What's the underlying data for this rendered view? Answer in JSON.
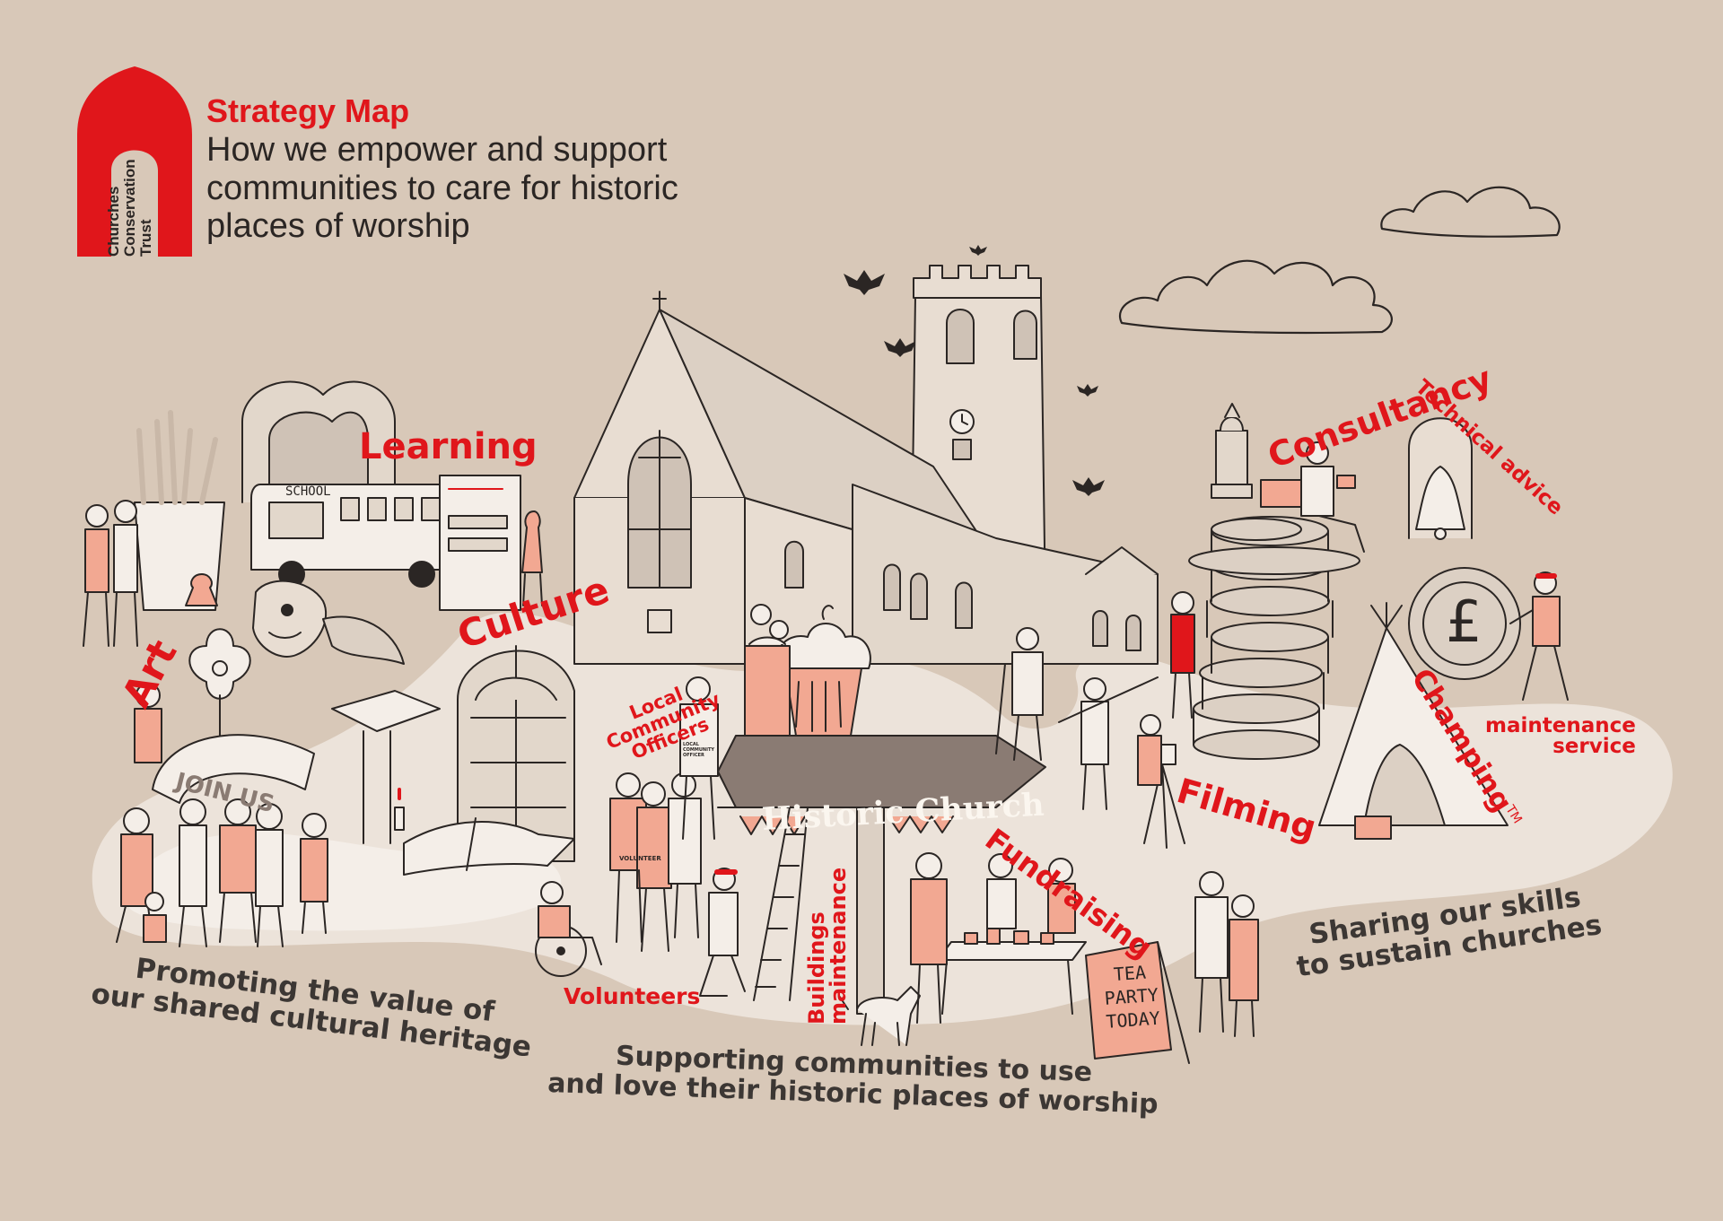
{
  "header": {
    "title": "Strategy Map",
    "subtitle": "How we empower and support communities to care for historic places of worship",
    "logo_text": [
      "Churches",
      "Conservation",
      "Trust"
    ]
  },
  "labels": {
    "learning": "Learning",
    "art": "Art",
    "culture": "Culture",
    "local_community_officers": [
      "Local",
      "Community",
      "Officers"
    ],
    "consultancy": "Consultancy",
    "technical_advice": "Technical advice",
    "champing": "Champing",
    "champing_tm": "TM",
    "maintenance_service": [
      "maintenance",
      "service"
    ],
    "filming": "Filming",
    "fundraising": "Fundraising",
    "buildings_maintenance": [
      "Buildings",
      "maintenance"
    ],
    "volunteers": "Volunteers"
  },
  "signs": {
    "historic_church": "Historic Church",
    "join_us": "JOIN US",
    "school": "SCHOOL",
    "tea_party": [
      "TEA",
      "PARTY",
      "TODAY"
    ],
    "volunteers_shirt": "VOLUNTEER",
    "officer_shirt": "LOCAL COMMUNITY OFFICER"
  },
  "captions": {
    "heritage": [
      "Promoting the value of",
      "our shared cultural heritage"
    ],
    "communities": [
      "Supporting communities to use",
      "and love their historic places of worship"
    ],
    "skills": [
      "Sharing our skills",
      "to sustain churches"
    ]
  },
  "colors": {
    "background": "#d8c8b8",
    "accent_red": "#e0161b",
    "peach": "#f2a892",
    "ground": "#ece3da",
    "ink": "#2b2624",
    "sign_brown": "#8a7b73"
  },
  "icons": [
    "church-building-icon",
    "cloud-icon",
    "bat-icon",
    "school-bus-icon",
    "cupcake-icon",
    "signpost-icon",
    "coin-stack-icon",
    "pound-coin-icon",
    "bell-icon",
    "lantern-icon",
    "teepee-icon",
    "camera-tripod-icon",
    "book-icon",
    "gargoyle-icon",
    "ladder-icon",
    "dog-icon",
    "people-group-icon"
  ]
}
